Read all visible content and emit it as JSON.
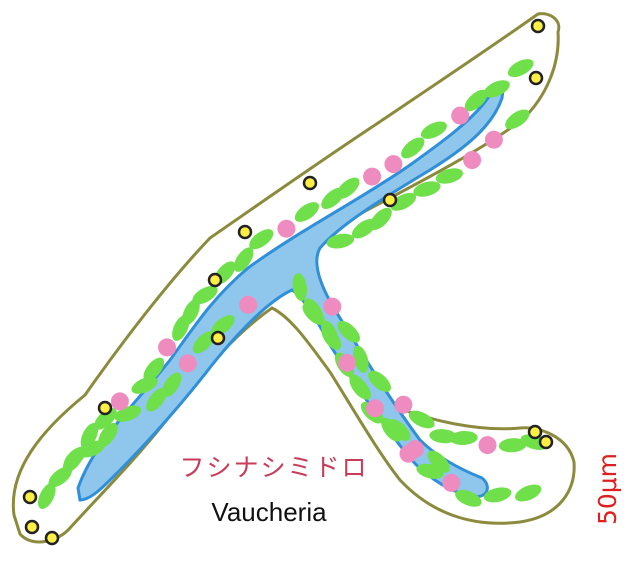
{
  "diagram": {
    "name_japanese": "フシナシミドロ",
    "name_latin": "Vaucheria",
    "scale_label": "50μm"
  },
  "colors": {
    "cell_outline": "#8c8a3c",
    "cytoplasm": "#ffffff",
    "vacuole": "#8ec6ec",
    "vacuole_outline": "#2f8fd8",
    "chloroplast": "#6fe04a",
    "nucleus": "#ee8cc0",
    "oil_droplet_fill": "#ffee44",
    "oil_droplet_ring": "#222222",
    "japanese_label": "#c83c5a",
    "latin_label": "#111111",
    "scale_label": "#e02020"
  },
  "icons": {
    "chloroplast": "green-ellipse",
    "nucleus": "pink-circle",
    "oil_droplet": "yellow-ring-dot"
  }
}
